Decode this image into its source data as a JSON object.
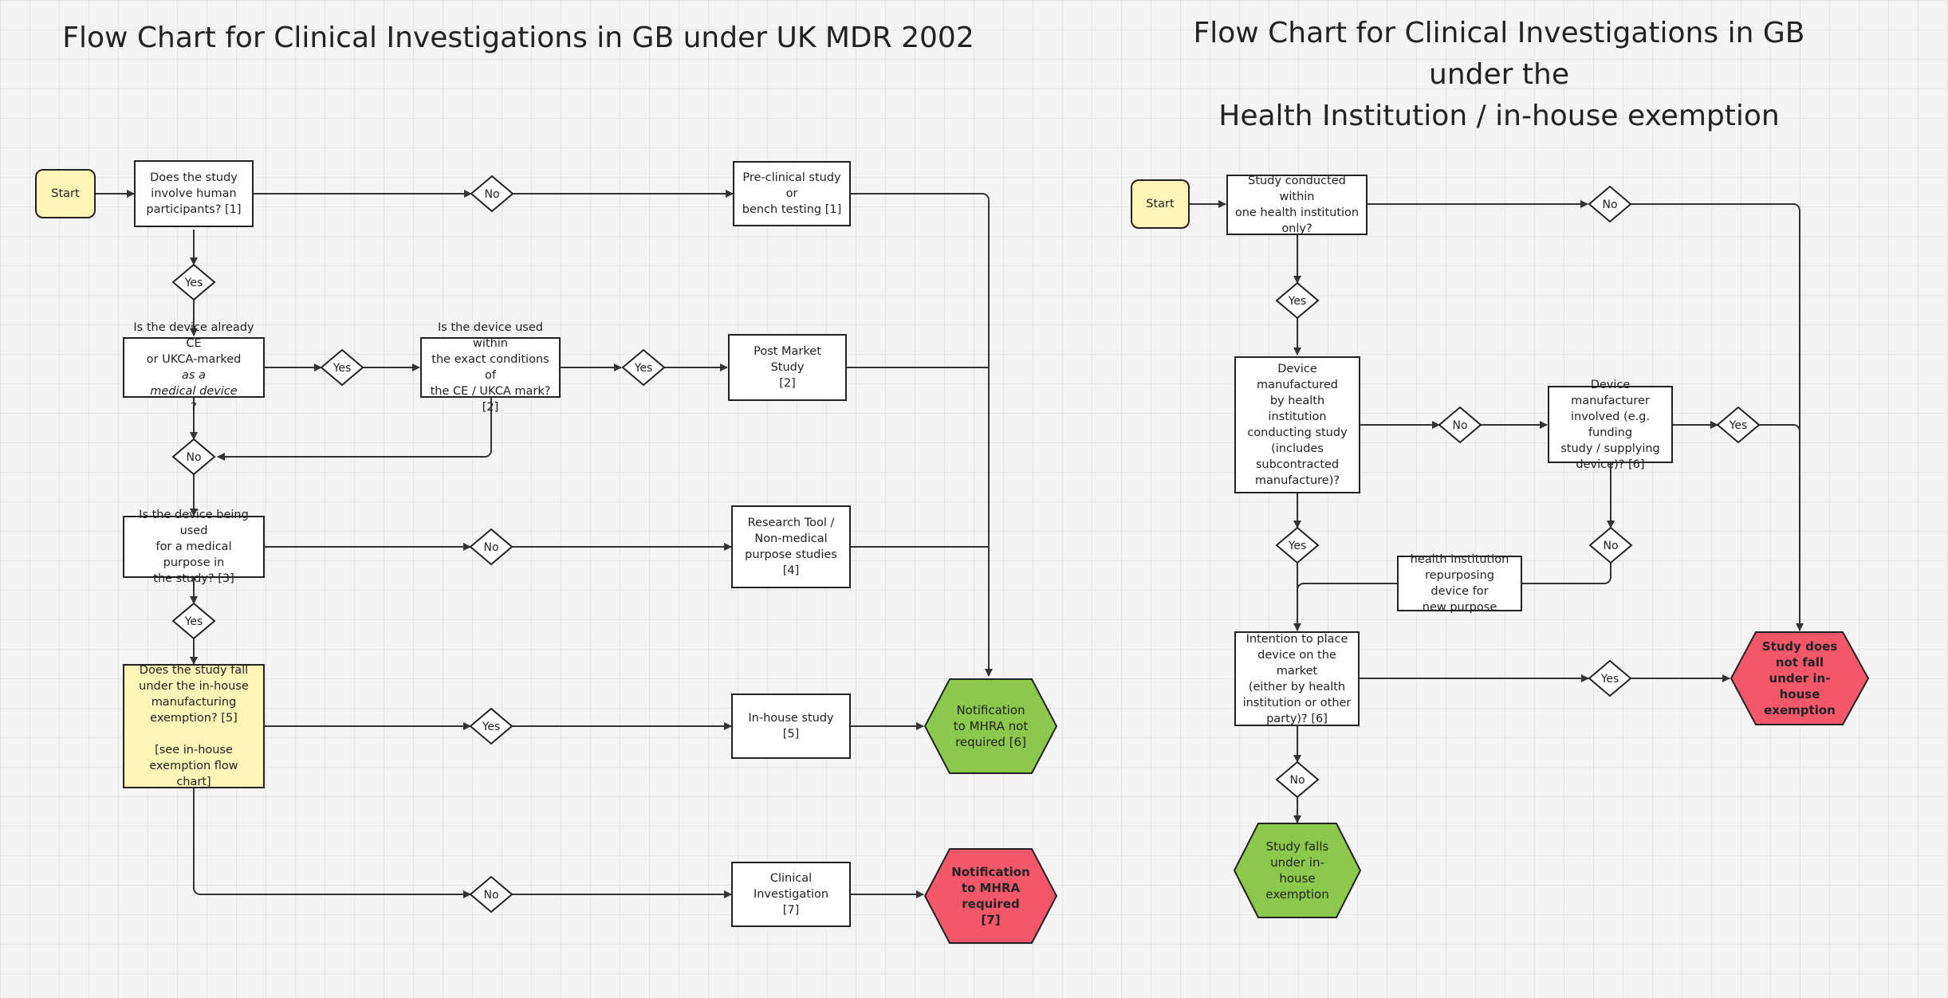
{
  "titles": {
    "left": "Flow Chart for Clinical Investigations in GB under UK MDR 2002",
    "right_line1": "Flow Chart for Clinical Investigations in GB",
    "right_line2": "under the",
    "right_line3": "Health Institution / in-house exemption"
  },
  "left": {
    "start": "Start",
    "q_human": [
      "Does the study",
      "involve human",
      "participants? [1]"
    ],
    "d_no1": "No",
    "pre_clinical": [
      "Pre-clinical study or",
      "bench testing [1]"
    ],
    "d_yes1": "Yes",
    "q_ce_line1": "Is the device already CE",
    "q_ce_line2_prefix": "or UKCA-marked ",
    "q_ce_line2_italic": "as a",
    "q_ce_line3_italic": "medical device",
    "q_ce_line3_suffix": "?",
    "d_yes2": "Yes",
    "q_exact": [
      "Is the device used within",
      "the exact conditions of",
      "the CE / UKCA mark? [2]"
    ],
    "d_yes3": "Yes",
    "post_market": [
      "Post Market Study",
      "[2]"
    ],
    "d_no2": "No",
    "q_medical": [
      "Is the device being used",
      "for a medical purpose in",
      "the study? [3]"
    ],
    "d_no3": "No",
    "research": [
      "Research Tool /",
      "Non-medical",
      "purpose studies",
      "[4]"
    ],
    "d_yes4": "Yes",
    "q_inhouse": [
      "Does the study fall",
      "under the in-house",
      "manufacturing",
      "exemption? [5]",
      "",
      "[see in-house",
      "exemption flow chart]"
    ],
    "d_yes5": "Yes",
    "inhouse_study": [
      "In-house study",
      "[5]"
    ],
    "notif_not": [
      "Notification",
      "to MHRA not",
      "required [6]"
    ],
    "d_no4": "No",
    "clinical": [
      "Clinical Investigation",
      "[7]"
    ],
    "notif_req": [
      "Notification",
      "to MHRA",
      "required",
      "[7]"
    ]
  },
  "right": {
    "start": "Start",
    "q_one": [
      "Study conducted within",
      "one health institution",
      "only?"
    ],
    "d_no1": "No",
    "d_yes1": "Yes",
    "q_manuf": [
      "Device manufactured",
      "by health institution",
      "conducting study",
      "(includes",
      "subcontracted",
      "manufacture)?"
    ],
    "d_no2": "No",
    "q_mfr_involved": [
      "Device manufacturer",
      "involved (e.g. funding",
      "study / supplying",
      "device)?  [6]"
    ],
    "d_yes2": "Yes",
    "d_yes3": "Yes",
    "d_no3": "No",
    "repurpose": [
      "health institution",
      "repurposing device for",
      "new purpose"
    ],
    "q_market": [
      "Intention to place",
      "device on the market",
      "(either by health",
      "institution or other",
      "party)? [6]"
    ],
    "d_yes4": "Yes",
    "not_fall": [
      "Study does",
      "not fall",
      "under in-",
      "house",
      "exemption"
    ],
    "d_no4": "No",
    "falls": [
      "Study falls",
      "under in-",
      "house",
      "exemption"
    ]
  },
  "colors": {
    "yellow": "#fff5b8",
    "green": "#8cc84b",
    "red": "#f4566a",
    "line": "#333333"
  }
}
